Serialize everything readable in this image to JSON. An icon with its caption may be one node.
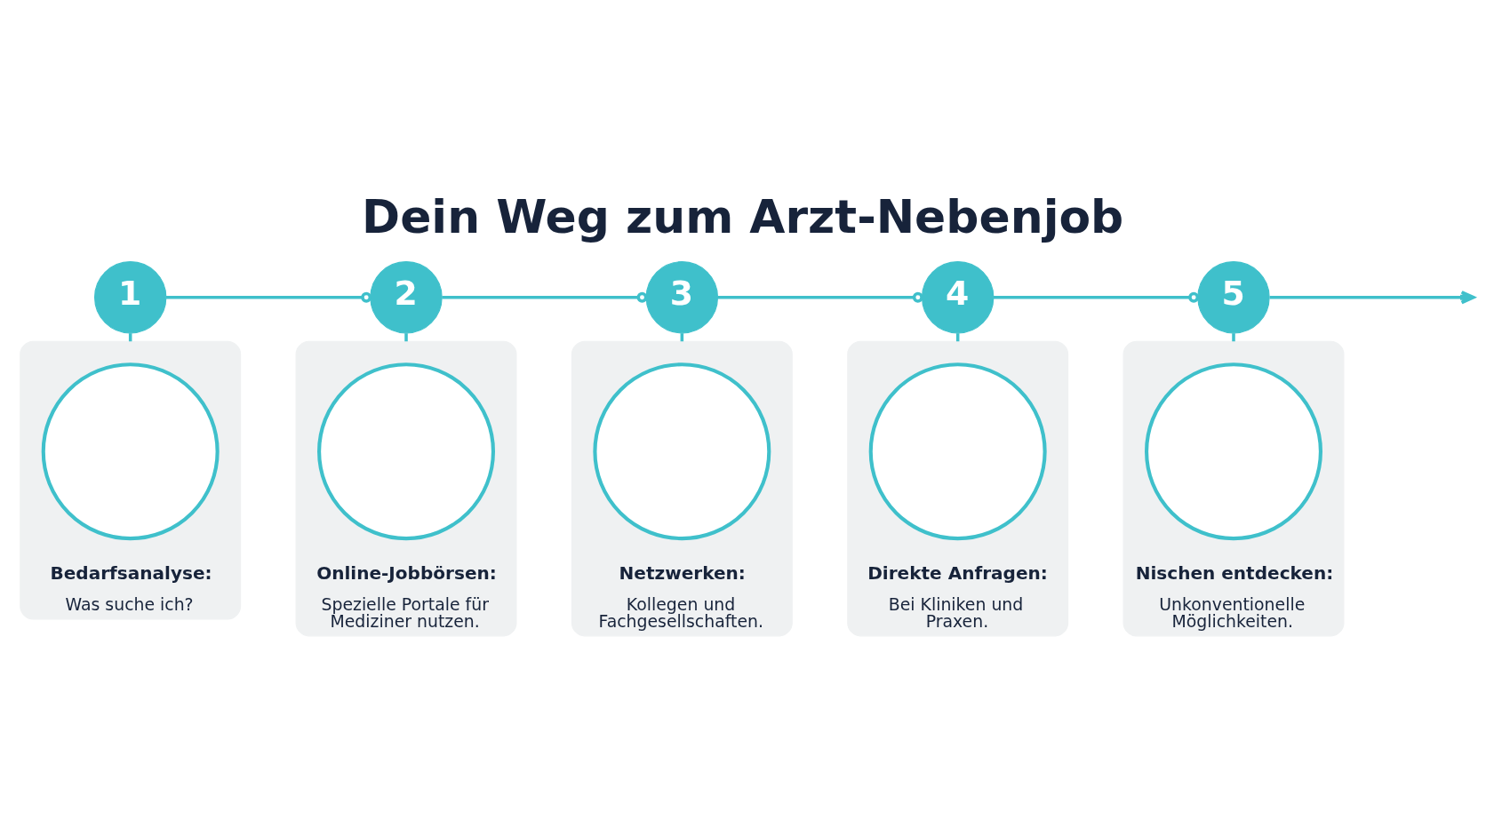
{
  "diagram": {
    "title": "Dein Weg zum Arzt-Nebenjob",
    "nodes": [
      {
        "text": [
          "1"
        ]
      },
      {
        "text": [
          "2"
        ]
      },
      {
        "text": [
          "3"
        ]
      },
      {
        "text": [
          "4"
        ]
      },
      {
        "text": [
          "5"
        ]
      },
      {
        "text": [
          "Bedarfsanalyse:",
          "Was suche ich?"
        ]
      },
      {
        "text": [],
        "shape": "circle",
        "in": 5
      },
      {
        "text": [
          "Online-Jobbörsen:",
          "Spezielle Portale für Mediziner nutzen."
        ]
      },
      {
        "text": [],
        "shape": "circle",
        "in": 7
      },
      {
        "text": [
          "Netzwerken:",
          "Kollegen und Fachgesellschaften."
        ]
      },
      {
        "text": [],
        "shape": "circle",
        "in": 9
      },
      {
        "text": [
          "Direkte Anfragen:",
          "Bei Kliniken und Praxen."
        ]
      },
      {
        "text": [],
        "shape": "circle",
        "in": 11
      },
      {
        "text": [
          "Nischen entdecken:",
          "Unkonventionelle Möglichkeiten."
        ]
      },
      {
        "text": [],
        "shape": "circle",
        "in": 13
      }
    ],
    "edges": [
      {
        "from": 0,
        "to": 1,
        "arrow": "other"
      },
      {
        "from": 1,
        "to": 2,
        "arrow": "other"
      },
      {
        "from": 2,
        "to": 3,
        "arrow": "other"
      },
      {
        "from": 3,
        "to": 4,
        "arrow": "other"
      },
      {
        "from": 4,
        "to": null,
        "arrow": "to"
      },
      {
        "from": 0,
        "to": 5,
        "arrow": "none"
      },
      {
        "from": 1,
        "to": 7,
        "arrow": "none"
      },
      {
        "from": 2,
        "to": 9,
        "arrow": "none"
      },
      {
        "from": 3,
        "to": 11,
        "arrow": "none"
      },
      {
        "from": 4,
        "to": 13,
        "arrow": "none"
      }
    ]
  }
}
